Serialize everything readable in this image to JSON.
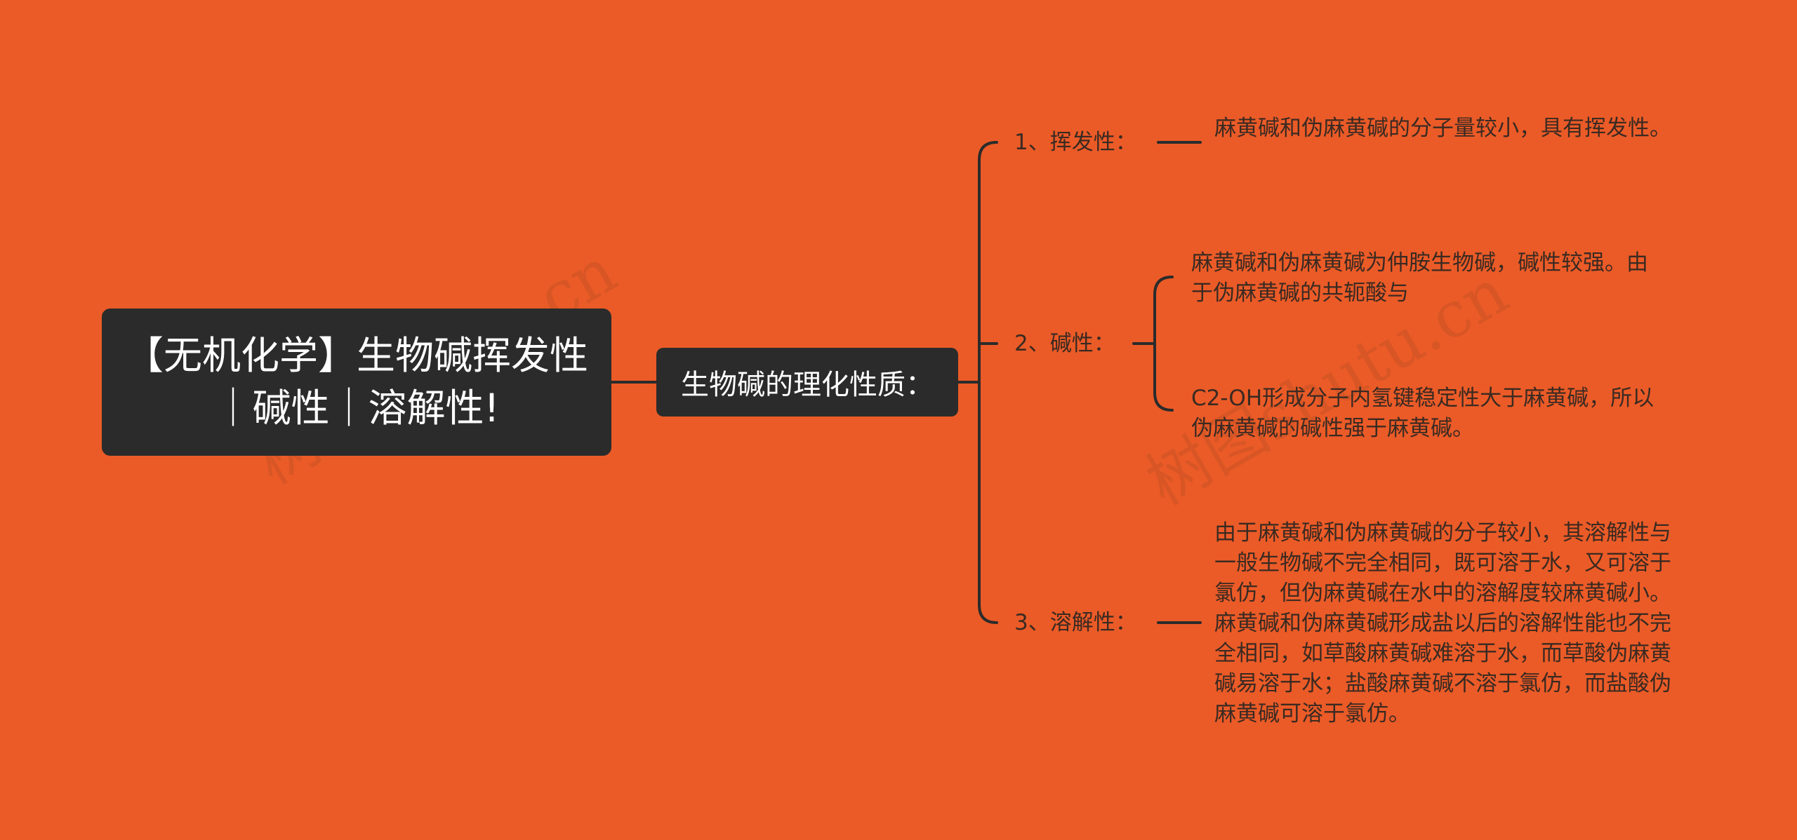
{
  "watermark": "树图shutu.cn",
  "root": {
    "title": "【无机化学】生物碱挥发性｜碱性｜溶解性!"
  },
  "center": {
    "label": "生物碱的理化性质："
  },
  "branches": [
    {
      "label": "1、挥发性：",
      "notes": [
        "麻黄碱和伪麻黄碱的分子量较小，具有挥发性。"
      ]
    },
    {
      "label": "2、碱性：",
      "notes": [
        "麻黄碱和伪麻黄碱为仲胺生物碱，碱性较强。由于伪麻黄碱的共轭酸与",
        "C2-OH形成分子内氢键稳定性大于麻黄碱，所以伪麻黄碱的碱性强于麻黄碱。"
      ]
    },
    {
      "label": "3、溶解性：",
      "notes": [
        "由于麻黄碱和伪麻黄碱的分子较小，其溶解性与一般生物碱不完全相同，既可溶于水，又可溶于氯仿，但伪麻黄碱在水中的溶解度较麻黄碱小。麻黄碱和伪麻黄碱形成盐以后的溶解性能也不完全相同，如草酸麻黄碱难溶于水，而草酸伪麻黄碱易溶于水；盐酸麻黄碱不溶于氯仿，而盐酸伪麻黄碱可溶于氯仿。"
      ]
    }
  ],
  "colors": {
    "background": "#EB5B27",
    "node_fill": "#2B2B2B",
    "line": "#2B2B2B",
    "text_dark": "#3A2A22"
  }
}
